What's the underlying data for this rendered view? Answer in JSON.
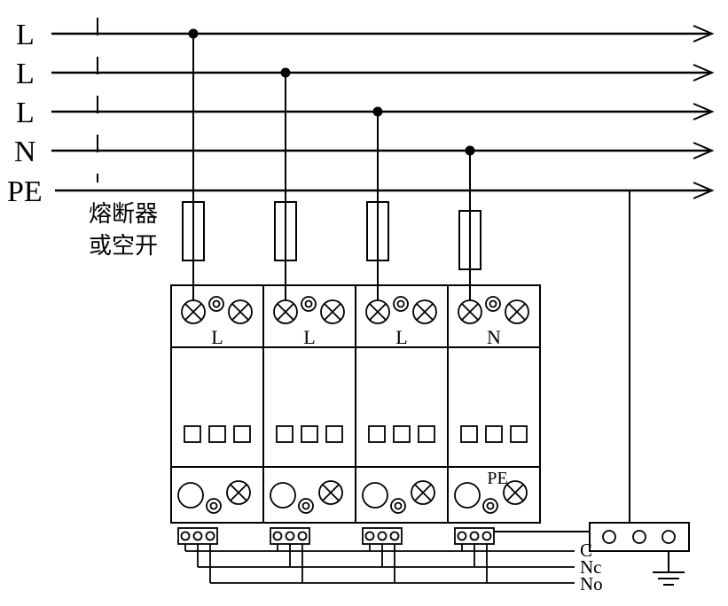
{
  "diagram": {
    "type": "spd-wiring-diagram",
    "colors": {
      "background": "#ffffff",
      "line": "#000000"
    },
    "power_lines": [
      {
        "label": "L"
      },
      {
        "label": "L"
      },
      {
        "label": "L"
      },
      {
        "label": "N"
      },
      {
        "label": "PE"
      }
    ],
    "fuse_note": {
      "line1": "熔断器",
      "line2": "或空开"
    },
    "spd": {
      "modules": [
        {
          "terminal_label": "L"
        },
        {
          "terminal_label": "L"
        },
        {
          "terminal_label": "L"
        },
        {
          "terminal_label": "N"
        }
      ],
      "pe_label": "PE"
    },
    "signal_contacts": {
      "c": "C",
      "nc": "Nc",
      "no": "No"
    }
  }
}
